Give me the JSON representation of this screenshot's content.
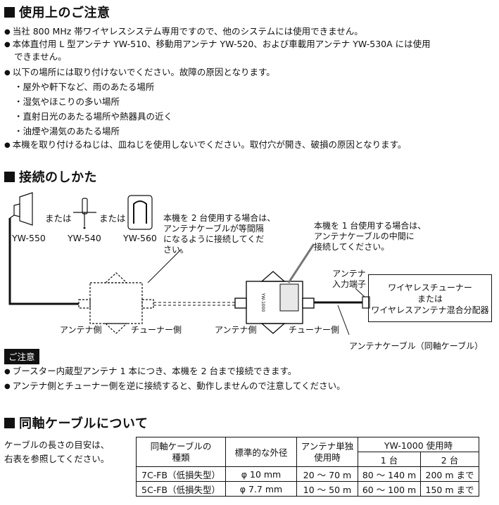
{
  "sections": {
    "caution_heading": "使用上のご注意",
    "connect_heading": "接続のしかた",
    "cable_heading": "同軸ケーブルについて"
  },
  "caution": {
    "b1": "当社 800 MHz 帯ワイヤレスシステム専用ですので、他のシステムには使用できません。",
    "b2a": "本体直付用 L 型アンテナ YW-510、移動用アンテナ YW-520、および車載用アンテナ YW-530A には使用",
    "b2b": "できません。",
    "b3": "以下の場所には取り付けないでください。故障の原因となります。",
    "s1": "屋外や軒下など、雨のあたる場所",
    "s2": "湿気やほこりの多い場所",
    "s3": "直射日光のあたる場所や熱器具の近く",
    "s4": "油煙や湯気のあたる場所",
    "b4": "本機を取り付けるねじは、皿ねじを使用しないでください。取付穴が開き、破損の原因となります。"
  },
  "diagram": {
    "ant1": "YW-550",
    "ant2": "YW-540",
    "ant3": "YW-560",
    "or1": "または",
    "or2": "または",
    "note_two_l1": "本機を 2 台使用する場合は、",
    "note_two_l2": "アンテナケーブルが等間隔",
    "note_two_l3": "になるように接続してくだ",
    "note_two_l4": "さい。",
    "note_one_l1": "本機を 1 台使用する場合は、",
    "note_one_l2": "アンテナケーブルの中間に",
    "note_one_l3": "接続してください。",
    "antenna_side_1": "アンテナ側",
    "tuner_side_1": "チューナー側",
    "antenna_side_2": "アンテナ側",
    "tuner_side_2": "チューナー側",
    "input_l1": "アンテナ",
    "input_l2": "入力端子",
    "tuner_box_l1": "ワイヤレスチューナー",
    "tuner_box_l2": "または",
    "tuner_box_l3": "ワイヤレスアンテナ混合分配器",
    "cable_label": "アンテナケーブル（同軸ケーブル）",
    "device_text": "YW-1000"
  },
  "notice": {
    "tag": "ご注意",
    "n1": "ブースター内蔵型アンテナ 1 本につき、本機を 2 台まで接続できます。",
    "n2": "アンテナ側とチューナー側を逆に接続すると、動作しませんので注意してください。"
  },
  "cable": {
    "desc_l1": "ケーブルの長さの目安は、",
    "desc_l2": "右表を参照してください。",
    "table": {
      "h_type_l1": "同軸ケーブルの",
      "h_type_l2": "種類",
      "h_od": "標準的な外径",
      "h_single_l1": "アンテナ単独",
      "h_single_l2": "使用時",
      "h_yw": "YW-1000 使用時",
      "h_one": "1 台",
      "h_two": "2 台",
      "rows": [
        {
          "type": "7C-FB（低損失型）",
          "od": "φ 10 mm",
          "single": "20 〜 70 m",
          "one": "80 〜 140 m",
          "two": "200 m まで"
        },
        {
          "type": "5C-FB（低損失型）",
          "od": "φ 7.7 mm",
          "single": "10 〜 50 m",
          "one": "60 〜 100 m",
          "two": "150 m まで"
        }
      ]
    }
  }
}
